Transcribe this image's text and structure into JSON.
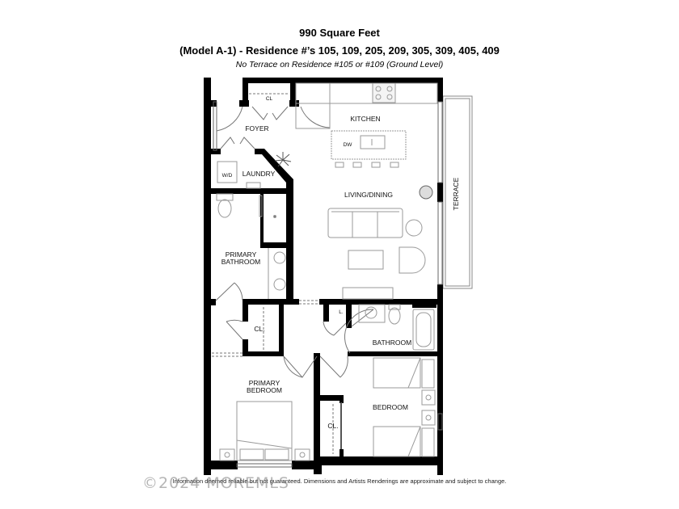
{
  "header": {
    "title": "990 Square Feet",
    "model": "(Model A-1) - Residence #’s 105, 109, 205, 209, 305, 309, 405, 409",
    "note": "No Terrace on Residence #105 or #109 (Ground Level)"
  },
  "rooms": {
    "foyer": "FOYER",
    "foyer_closet": "CL",
    "kitchen": "KITCHEN",
    "dishwasher": "DW",
    "laundry": "LAUNDRY",
    "washer_dryer": "W/D",
    "living_dining": "LIVING/DINING",
    "terrace": "TERRACE",
    "primary_bathroom_line1": "PRIMARY",
    "primary_bathroom_line2": "BATHROOM",
    "primary_closet": "CL.",
    "linen": "L.",
    "bathroom": "BATHROOM",
    "primary_bedroom_line1": "PRIMARY",
    "primary_bedroom_line2": "BEDROOM",
    "bedroom": "BEDROOM",
    "bedroom_closet": "CL."
  },
  "footer": {
    "disclaimer": "Information deemed reliable but not guaranteed. Dimensions and Artists Renderings are approximate and subject to change.",
    "watermark": "©2024 MOREMLS"
  },
  "colors": {
    "wall": "#000000",
    "fixture_line": "#9a9a9a",
    "background": "#ffffff"
  }
}
